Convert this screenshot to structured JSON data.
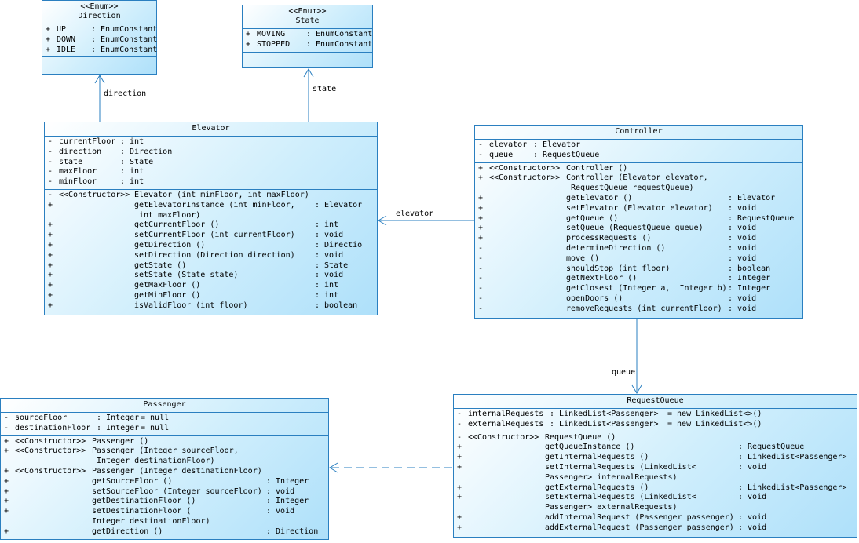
{
  "classes": {
    "direction": {
      "stereotype": "<<Enum>>",
      "name": "Direction",
      "attributes": [
        {
          "v": "+",
          "n": "UP",
          "t": ": EnumConstant"
        },
        {
          "v": "+",
          "n": "DOWN",
          "t": ": EnumConstant"
        },
        {
          "v": "+",
          "n": "IDLE",
          "t": ": EnumConstant"
        }
      ]
    },
    "state": {
      "stereotype": "<<Enum>>",
      "name": "State",
      "attributes": [
        {
          "v": "+",
          "n": "MOVING",
          "t": ": EnumConstant"
        },
        {
          "v": "+",
          "n": "STOPPED",
          "t": ": EnumConstant"
        }
      ]
    },
    "elevator": {
      "name": "Elevator",
      "attributes": [
        {
          "v": "-",
          "n": "currentFloor",
          "t": ": int"
        },
        {
          "v": "-",
          "n": "direction",
          "t": ": Direction"
        },
        {
          "v": "-",
          "n": "state",
          "t": ": State"
        },
        {
          "v": "-",
          "n": "maxFloor",
          "t": ": int"
        },
        {
          "v": "-",
          "n": "minFloor",
          "t": ": int"
        }
      ],
      "operations": [
        {
          "v": "-",
          "s": "<<Constructor>>",
          "n": "Elevator (int minFloor, int maxFloor)",
          "t": ""
        },
        {
          "v": "+",
          "s": "",
          "n": "getElevatorInstance (int minFloor,",
          "t": ": Elevator"
        },
        {
          "v": "",
          "s": "",
          "n": " int maxFloor)",
          "t": ""
        },
        {
          "v": "+",
          "s": "",
          "n": "getCurrentFloor ()",
          "t": ": int"
        },
        {
          "v": "+",
          "s": "",
          "n": "setCurrentFloor (int currentFloor)",
          "t": ": void"
        },
        {
          "v": "+",
          "s": "",
          "n": "getDirection ()",
          "t": ": Direction"
        },
        {
          "v": "+",
          "s": "",
          "n": "setDirection (Direction direction)",
          "t": ": void"
        },
        {
          "v": "+",
          "s": "",
          "n": "getState ()",
          "t": ": State"
        },
        {
          "v": "+",
          "s": "",
          "n": "setState (State state)",
          "t": ": void"
        },
        {
          "v": "+",
          "s": "",
          "n": "getMaxFloor ()",
          "t": ": int"
        },
        {
          "v": "+",
          "s": "",
          "n": "getMinFloor ()",
          "t": ": int"
        },
        {
          "v": "+",
          "s": "",
          "n": "isValidFloor (int floor)",
          "t": ": boolean"
        }
      ]
    },
    "controller": {
      "name": "Controller",
      "attributes": [
        {
          "v": "-",
          "n": "elevator",
          "t": ": Elevator"
        },
        {
          "v": "-",
          "n": "queue",
          "t": ": RequestQueue"
        }
      ],
      "operations": [
        {
          "v": "+",
          "s": "<<Constructor>>",
          "n": "Controller ()",
          "t": ""
        },
        {
          "v": "+",
          "s": "<<Constructor>>",
          "n": "Controller (Elevator elevator,",
          "t": ""
        },
        {
          "v": "",
          "s": "",
          "n": " RequestQueue requestQueue)",
          "t": ""
        },
        {
          "v": "+",
          "s": "",
          "n": "getElevator ()",
          "t": ": Elevator"
        },
        {
          "v": "+",
          "s": "",
          "n": "setElevator (Elevator elevator)",
          "t": ": void"
        },
        {
          "v": "+",
          "s": "",
          "n": "getQueue ()",
          "t": ": RequestQueue"
        },
        {
          "v": "+",
          "s": "",
          "n": "setQueue (RequestQueue queue)",
          "t": ": void"
        },
        {
          "v": "+",
          "s": "",
          "n": "processRequests ()",
          "t": ": void"
        },
        {
          "v": "-",
          "s": "",
          "n": "determineDirection ()",
          "t": ": void"
        },
        {
          "v": "-",
          "s": "",
          "n": "move ()",
          "t": ": void"
        },
        {
          "v": "-",
          "s": "",
          "n": "shouldStop (int floor)",
          "t": ": boolean"
        },
        {
          "v": "-",
          "s": "",
          "n": "getNextFloor ()",
          "t": ": Integer"
        },
        {
          "v": "-",
          "s": "",
          "n": "getClosest (Integer a,  Integer b)",
          "t": ": Integer"
        },
        {
          "v": "-",
          "s": "",
          "n": "openDoors ()",
          "t": ": void"
        },
        {
          "v": "-",
          "s": "",
          "n": "removeRequests (int currentFloor)",
          "t": ": void"
        }
      ]
    },
    "requestqueue": {
      "name": "RequestQueue",
      "attributes": [
        {
          "v": "-",
          "n": "internalRequests",
          "t": ": LinkedList<Passenger>",
          "d": "= new LinkedList<>()"
        },
        {
          "v": "-",
          "n": "externalRequests",
          "t": ": LinkedList<Passenger>",
          "d": "= new LinkedList<>()"
        }
      ],
      "operations": [
        {
          "v": "-",
          "s": "<<Constructor>>",
          "n": "RequestQueue ()",
          "t": ""
        },
        {
          "v": "+",
          "s": "",
          "n": "getQueueInstance ()",
          "t": ": RequestQueue"
        },
        {
          "v": "+",
          "s": "",
          "n": "getInternalRequests ()",
          "t": ": LinkedList<Passenger>"
        },
        {
          "v": "+",
          "s": "",
          "n": "setInternalRequests (LinkedList<",
          "t": ": void"
        },
        {
          "v": "",
          "s": "",
          "n": "Passenger> internalRequests)",
          "t": ""
        },
        {
          "v": "+",
          "s": "",
          "n": "getExternalRequests ()",
          "t": ": LinkedList<Passenger>"
        },
        {
          "v": "+",
          "s": "",
          "n": "setExternalRequests (LinkedList<",
          "t": ": void"
        },
        {
          "v": "",
          "s": "",
          "n": "Passenger> externalRequests)",
          "t": ""
        },
        {
          "v": "+",
          "s": "",
          "n": "addInternalRequest (Passenger passenger)",
          "t": ": void"
        },
        {
          "v": "+",
          "s": "",
          "n": "addExternalRequest (Passenger passenger)",
          "t": ": void"
        }
      ]
    },
    "passenger": {
      "name": "Passenger",
      "attributes": [
        {
          "v": "-",
          "n": "sourceFloor",
          "t": ": Integer",
          "d": "= null"
        },
        {
          "v": "-",
          "n": "destinationFloor",
          "t": ": Integer",
          "d": "= null"
        }
      ],
      "operations": [
        {
          "v": "+",
          "s": "<<Constructor>>",
          "n": "Passenger ()",
          "t": ""
        },
        {
          "v": "+",
          "s": "<<Constructor>>",
          "n": "Passenger (Integer sourceFloor,",
          "t": ""
        },
        {
          "v": "",
          "s": "",
          "n": " Integer destinationFloor)",
          "t": ""
        },
        {
          "v": "+",
          "s": "<<Constructor>>",
          "n": "Passenger (Integer destinationFloor)",
          "t": ""
        },
        {
          "v": "+",
          "s": "",
          "n": "getSourceFloor ()",
          "t": ": Integer"
        },
        {
          "v": "+",
          "s": "",
          "n": "setSourceFloor (Integer sourceFloor)",
          "t": ": void"
        },
        {
          "v": "+",
          "s": "",
          "n": "getDestinationFloor ()",
          "t": ": Integer"
        },
        {
          "v": "+",
          "s": "",
          "n": "setDestinationFloor (",
          "t": ": void"
        },
        {
          "v": "",
          "s": "",
          "n": "Integer destinationFloor)",
          "t": ""
        },
        {
          "v": "+",
          "s": "",
          "n": "getDirection ()",
          "t": ": Direction"
        }
      ]
    }
  },
  "relations": {
    "direction_label": "direction",
    "state_label": "state",
    "elevator_label": "elevator",
    "queue_label": "queue"
  },
  "colors": {
    "border": "#2a7fc0",
    "line": "#2a7fc0"
  }
}
